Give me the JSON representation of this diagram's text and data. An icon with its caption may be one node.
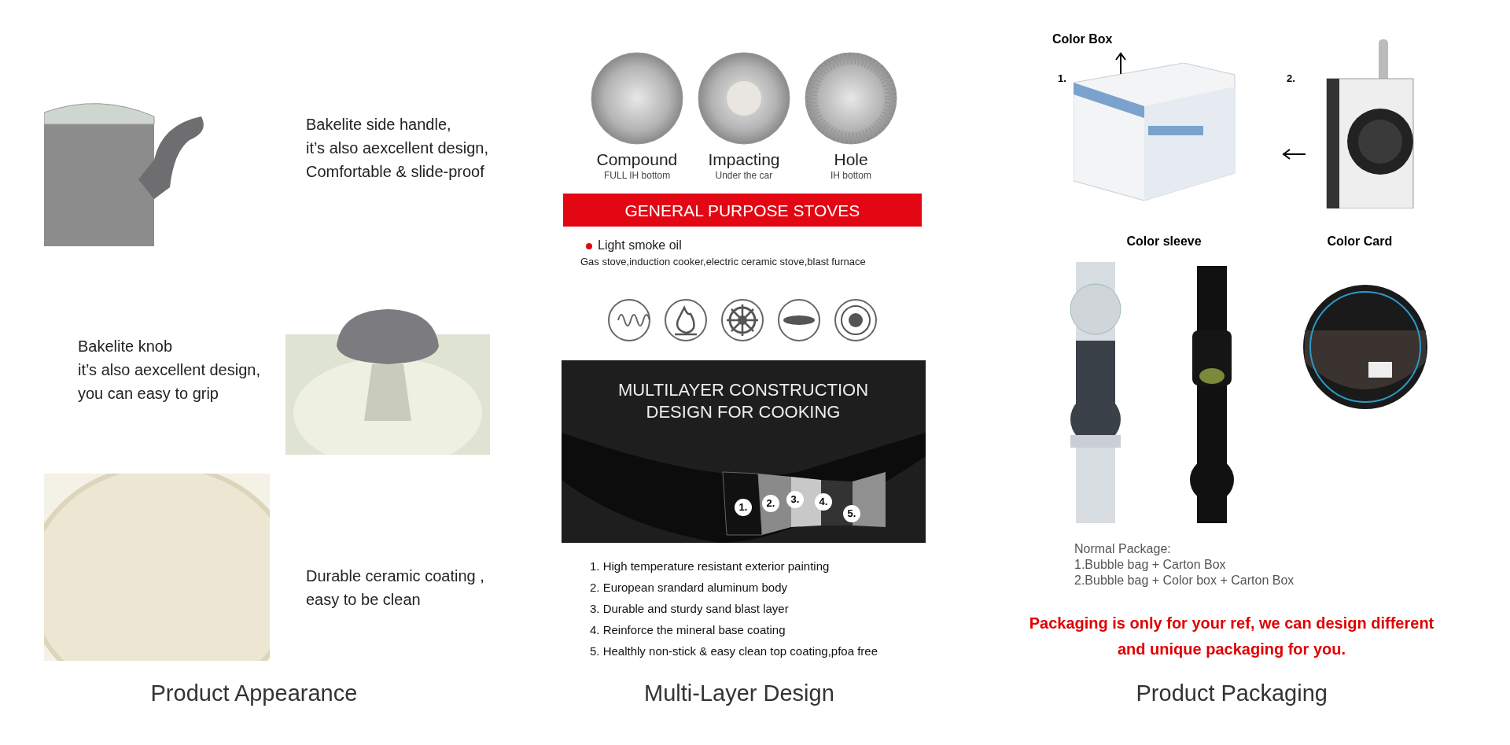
{
  "diagram": {
    "labels": [
      "Bakelite side handle,",
      "it’s also aexcellent design,",
      "Comfortable & slide-proof",
      "Bakelite knob",
      "it’s also aexcellent design,",
      "you can easy to grip",
      "Durable ceramic coating ,",
      "easy to be clean",
      "Product Appearance",
      "Compound",
      "FULL IH bottom",
      "Impacting",
      "Under the car",
      "Hole",
      "IH bottom",
      "GENERAL PURPOSE STOVES",
      "Light smoke oil",
      "Gas stove,induction cooker,electric ceramic stove,blast furnace",
      "MULTILAYER CONSTRUCTION DESIGN FOR COOKING",
      "1.",
      "2.",
      "3.",
      "4.",
      "5.",
      "1. High temperature resistant exterior painting",
      "2. European srandard aluminum body",
      "3. Durable and sturdy sand blast layer",
      "4. Reinforce the mineral base coating",
      "5. Healthly non-stick & easy clean top coating,pfoa free",
      "Multi-Layer Design",
      "Color Box",
      "1.",
      "2.",
      "Color sleeve",
      "Color Card",
      "Normal Package:",
      "1.Bubble bag + Carton Box",
      "2.Bubble bag + Color box + Carton Box",
      "Packaging is only for your ref, we can design different and unique packaging for you.",
      "Product Packaging"
    ]
  }
}
